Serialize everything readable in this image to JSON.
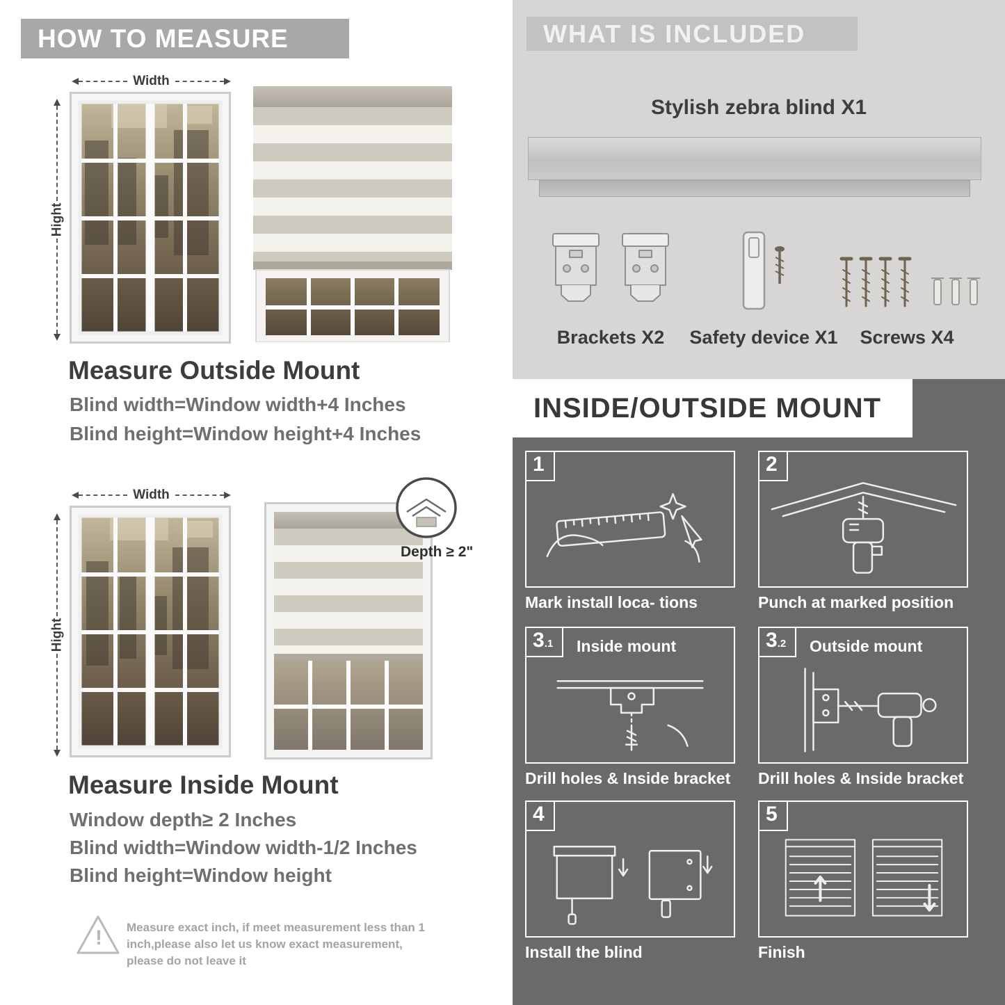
{
  "palette": {
    "banner_gray": "#a8a8a8",
    "included_panel_gray": "#d7d6d4",
    "included_header_gray": "#c3c2c0",
    "mount_panel_gray": "#6b6a68",
    "heading_dark": "#3d3d3d",
    "body_text_gray": "#6f6f6f",
    "white": "#ffffff",
    "blind_fabric": "#cfcabf",
    "blind_sheer": "#f4f2ec"
  },
  "measure": {
    "header": "HOW TO MEASURE",
    "outside": {
      "width_label": "Width",
      "height_label": "Hight",
      "title": "Measure Outside Mount",
      "lines": [
        "Blind width=Window width+4 Inches",
        "Blind height=Window height+4 Inches"
      ]
    },
    "inside": {
      "width_label": "Width",
      "height_label": "Hight",
      "depth_label": "Depth ≥ 2\"",
      "title": "Measure Inside Mount",
      "lines": [
        "Window depth≥ 2 Inches",
        "Blind width=Window width-1/2 Inches",
        "Blind height=Window height"
      ]
    },
    "warning_icon": "!",
    "warning_text": "Measure exact inch, if meet measurement less than 1 inch,please also let us know exact measurement, please do not leave it"
  },
  "included": {
    "header": "WHAT IS INCLUDED",
    "blind_label": "Stylish zebra blind X1",
    "parts": [
      {
        "label": "Brackets X2"
      },
      {
        "label": "Safety device X1"
      },
      {
        "label": "Screws X4"
      }
    ]
  },
  "mount": {
    "header": "INSIDE/OUTSIDE MOUNT",
    "steps": [
      {
        "num": "1",
        "sub": "",
        "title": "",
        "caption": "Mark install loca- tions"
      },
      {
        "num": "2",
        "sub": "",
        "title": "",
        "caption": "Punch at  marked position"
      },
      {
        "num": "3",
        "sub": ".1",
        "title": "Inside mount",
        "caption": "Drill holes &  Inside bracket"
      },
      {
        "num": "3",
        "sub": ".2",
        "title": "Outside mount",
        "caption": "Drill holes &  Inside bracket"
      },
      {
        "num": "4",
        "sub": "",
        "title": "",
        "caption": "Install the blind"
      },
      {
        "num": "5",
        "sub": "",
        "title": "",
        "caption": "Finish"
      }
    ]
  }
}
